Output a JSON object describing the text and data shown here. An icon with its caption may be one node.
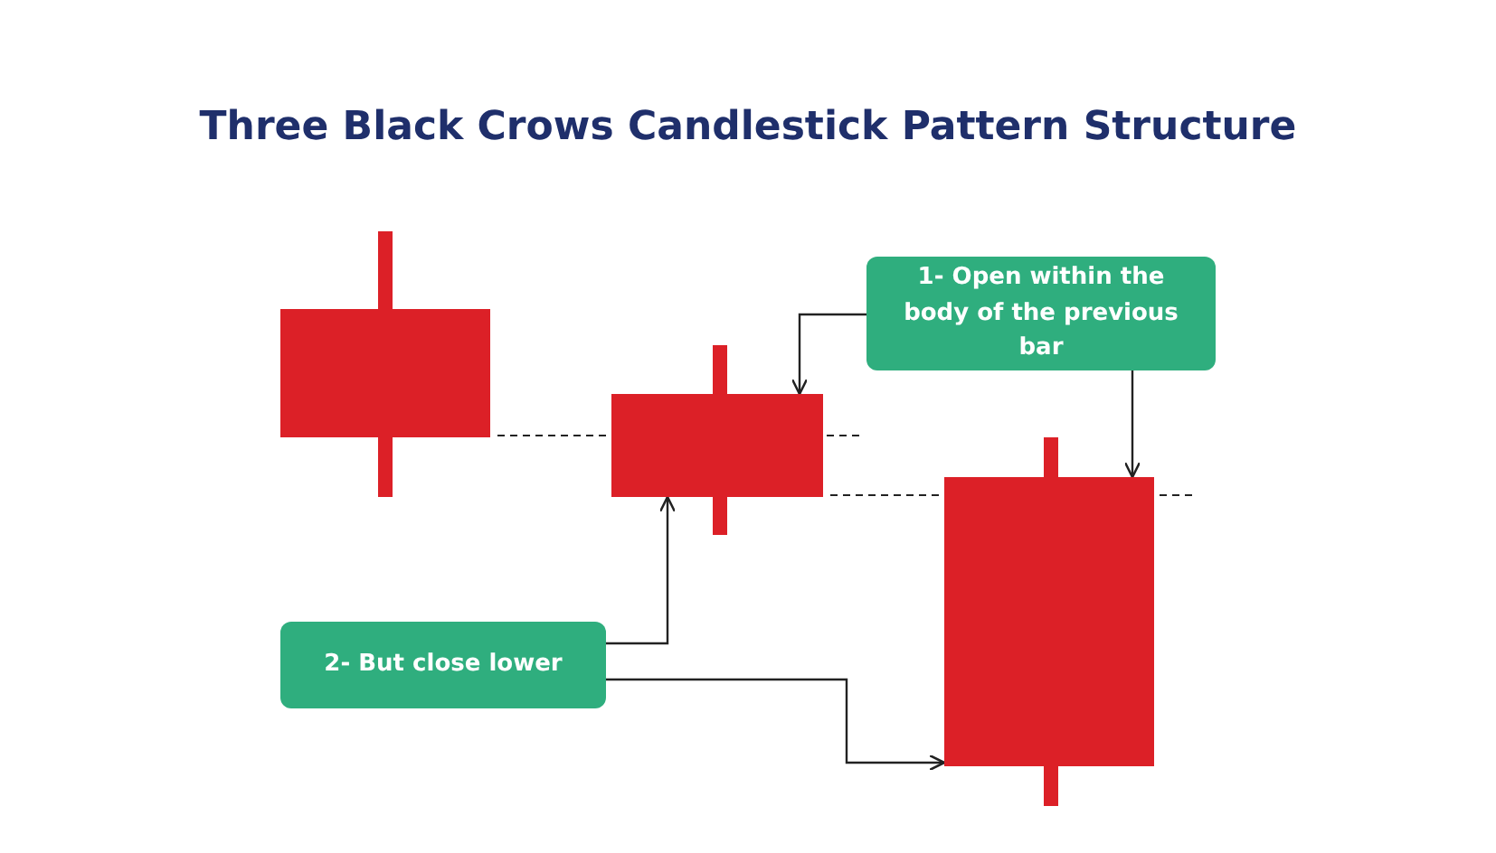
{
  "diagram": {
    "title": "Three Black Crows Candlestick Pattern Structure",
    "nodes": [
      {
        "text": [],
        "shape": "bar"
      },
      {
        "text": [],
        "shape": "bar"
      },
      {
        "text": [],
        "shape": "bar"
      },
      {
        "text": [
          "1- Open within the body of the previous bar"
        ]
      },
      {
        "text": [
          "2- But close lower"
        ]
      }
    ],
    "edges": [
      {
        "from": 3,
        "to": 1,
        "arrow": "to"
      },
      {
        "from": 3,
        "to": 2,
        "arrow": "to"
      },
      {
        "from": 4,
        "to": 1,
        "arrow": "to"
      },
      {
        "from": 4,
        "to": 2,
        "arrow": "to"
      }
    ]
  }
}
